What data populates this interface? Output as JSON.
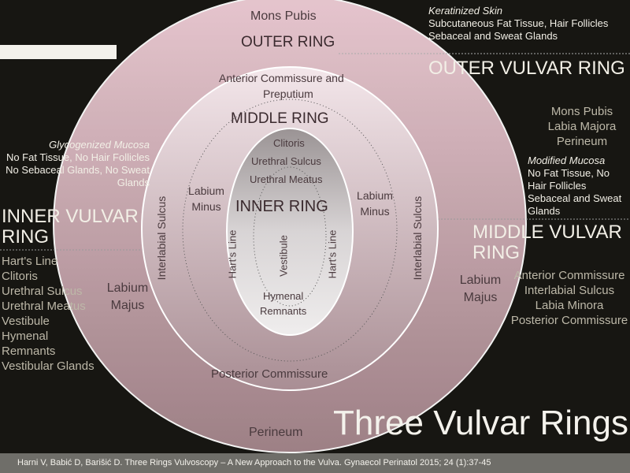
{
  "right": {
    "outer_desc_title": "Keratinized Skin",
    "outer_desc_1": "Subcutaneous Fat Tissue, Hair Follicles",
    "outer_desc_2": "Sebaceal and Sweat Glands",
    "outer_heading": "OUTER VULVAR RING",
    "outer_list": [
      "Mons Pubis",
      "Labia Majora",
      "Perineum"
    ],
    "middle_desc_title": "Modified Mucosa",
    "middle_desc_1": "No Fat Tissue, No Hair Follicles",
    "middle_desc_2": "Sebaceal and Sweat Glands",
    "middle_heading": "MIDDLE VULVAR RING",
    "middle_list": [
      "Anterior Commissure",
      "Interlabial Sulcus",
      "Labia Minora",
      "Posterior Commissure"
    ]
  },
  "left": {
    "inner_desc_title": "Glycogenized Mucosa",
    "inner_desc_1": "No Fat Tissue, No Hair Follicles",
    "inner_desc_2": "No Sebaceal Glands, No Sweat Glands",
    "inner_heading": "INNER VULVAR RING",
    "inner_list": [
      "Hart's Line",
      "Clitoris",
      "Urethral Sulcus",
      "Urethral Meatus",
      "Vestibule",
      "Hymenal Remnants",
      "Vestibular Glands"
    ]
  },
  "diagram": {
    "mons": "Mons Pubis",
    "outer": "OUTER RING",
    "perineum": "Perineum",
    "labium_majus": "Labium Majus",
    "ant_comm_1": "Anterior Commissure and",
    "ant_comm_2": "Preputium",
    "middle": "MIDDLE RING",
    "interlabial": "Interlabial Sulcus",
    "labium_minus": "Labium Minus",
    "post_comm": "Posterior Commissure",
    "clitoris": "Clitoris",
    "ur_sulcus": "Urethral Sulcus",
    "ur_meatus": "Urethral Meatus",
    "inner": "INNER RING",
    "harts": "Hart's Line",
    "vestibule": "Vestibule",
    "hymenal_1": "Hymenal",
    "hymenal_2": "Remnants"
  },
  "title": "Three Vulvar Rings",
  "footer": "Harni V, Babić D, Barišić D. Three Rings Vulvoscopy – A New Approach to the Vulva. Gynaecol Perinatol 2015; 24 (1):37-45"
}
